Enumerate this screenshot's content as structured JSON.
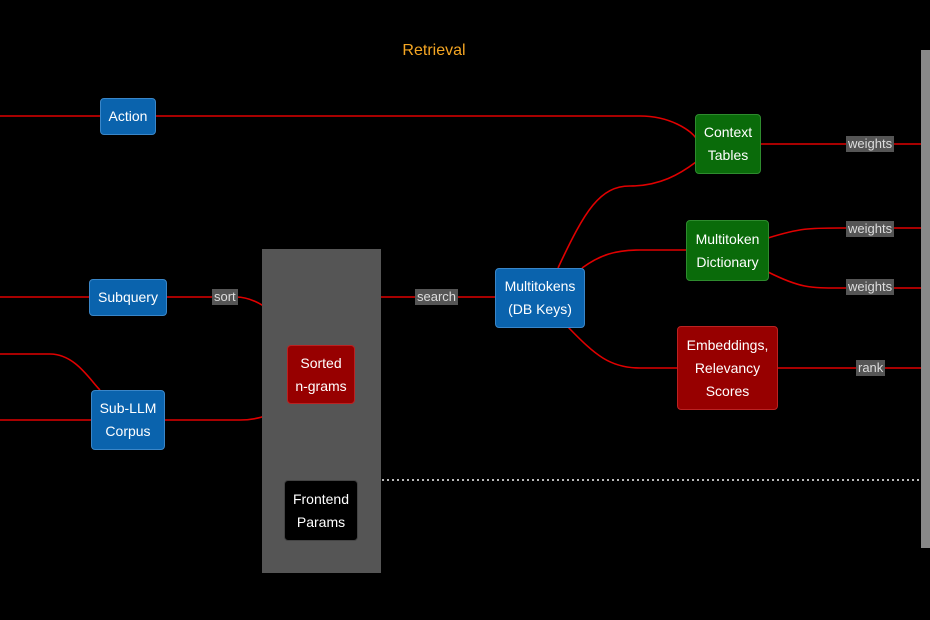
{
  "title": "Retrieval",
  "nodes": {
    "action": "Action",
    "subquery": "Subquery",
    "sub_llm_corpus": [
      "Sub-LLM",
      "Corpus"
    ],
    "sorted_ngrams": [
      "Sorted",
      "n-grams"
    ],
    "frontend_params": [
      "Frontend",
      "Params"
    ],
    "multitokens": [
      "Multitokens",
      "(DB Keys)"
    ],
    "context_tables": [
      "Context",
      "Tables"
    ],
    "multitoken_dictionary": [
      "Multitoken",
      "Dictionary"
    ],
    "embeddings": [
      "Embeddings,",
      "Relevancy",
      "Scores"
    ]
  },
  "edge_labels": {
    "sort": "sort",
    "search": "search",
    "weights_context": "weights",
    "weights_dict_1": "weights",
    "weights_dict_2": "weights",
    "rank": "rank"
  },
  "colors": {
    "title": "#f5a623",
    "edge": "#e00000",
    "panel": "#555555",
    "blue_node": "#0a63ad",
    "green_node": "#0a6b0a",
    "red_node": "#970000"
  }
}
